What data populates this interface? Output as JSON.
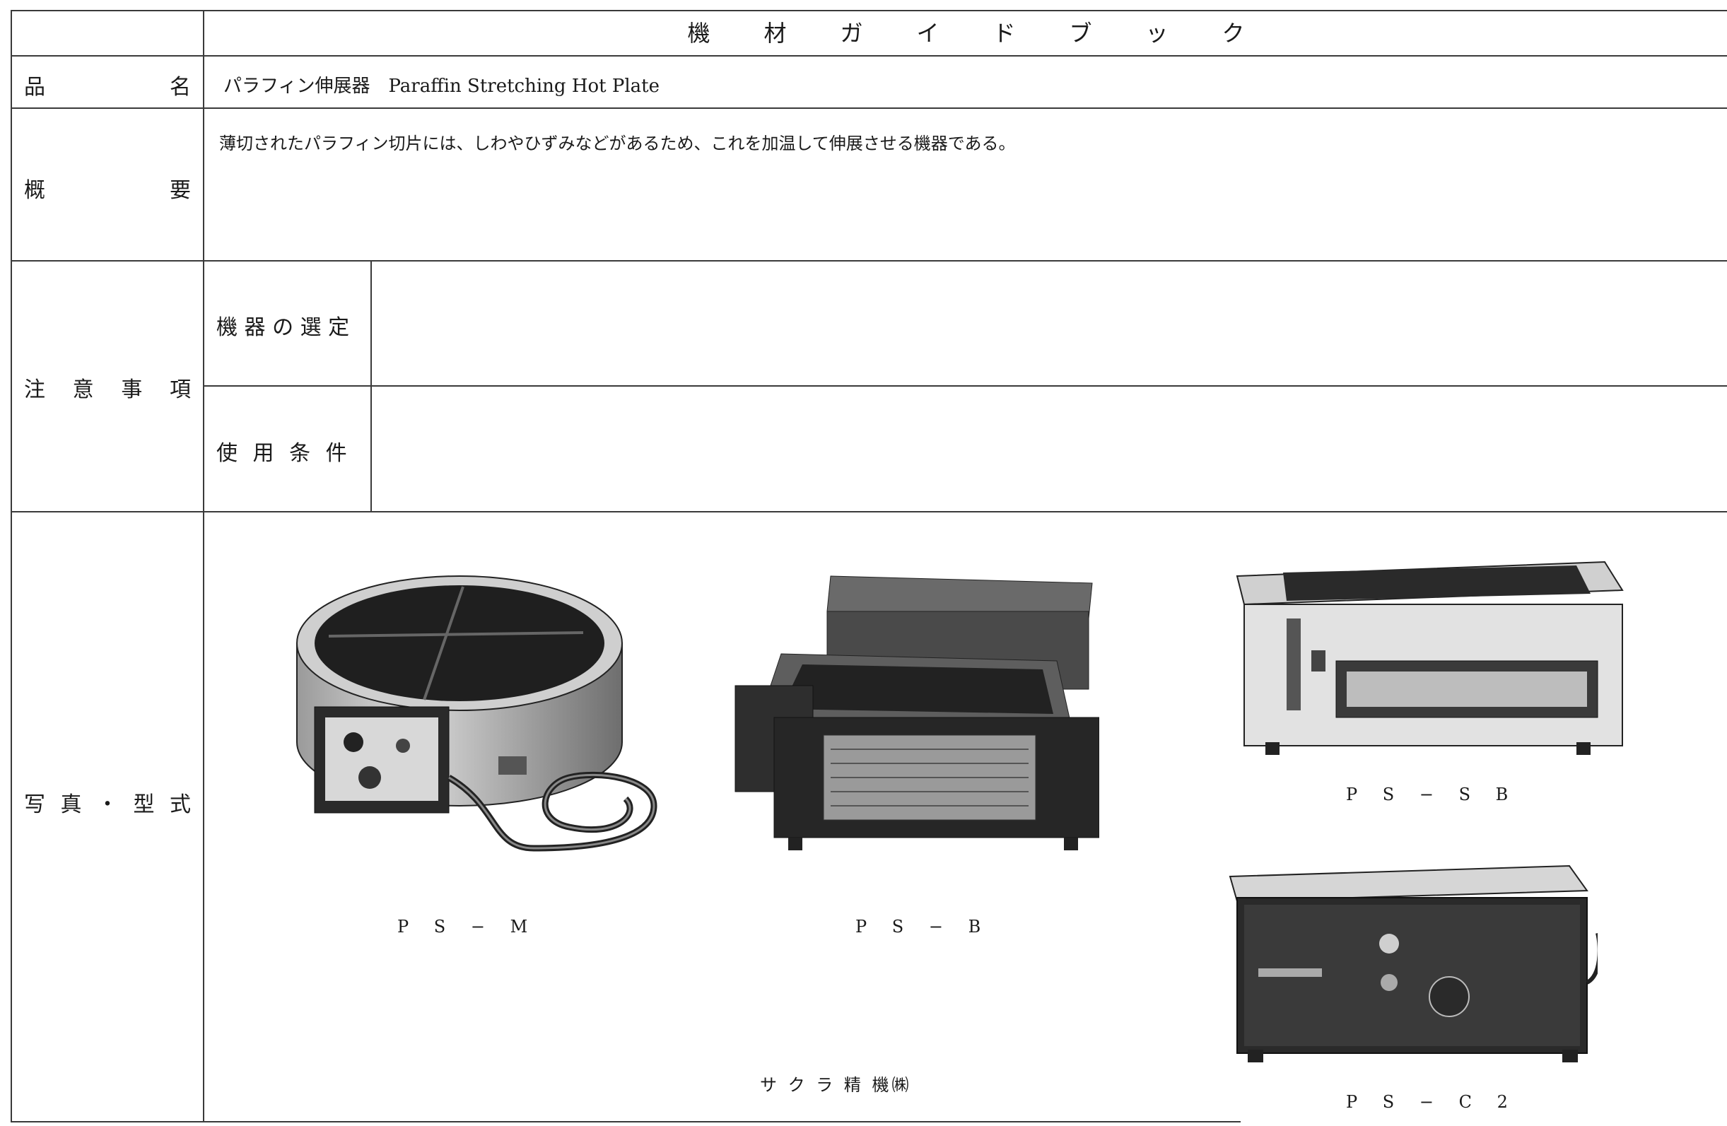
{
  "header": {
    "title_chars": [
      "機",
      "材",
      "ガ",
      "イ",
      "ド",
      "ブ",
      "ッ",
      "ク"
    ]
  },
  "rows": {
    "product_name": {
      "label_chars": [
        "品",
        "名"
      ],
      "value": "パラフィン伸展器　Paraffin Stretching  Hot Plate"
    },
    "overview": {
      "label_chars": [
        "概",
        "要"
      ],
      "value": "薄切されたパラフィン切片には、しわやひずみなどがあるため、これを加温して伸展させる機器である。"
    },
    "notes": {
      "label_chars": [
        "注",
        "意",
        "事",
        "項"
      ],
      "sub": [
        {
          "label": "機 器 の 選 定",
          "value": ""
        },
        {
          "label": "使 用 条 件",
          "value": ""
        }
      ]
    },
    "photos": {
      "label_chars": [
        "写",
        "真",
        "・",
        "型",
        "式"
      ],
      "models": [
        "P S − M",
        "P S − B",
        "P S − S B",
        "P S − C 2"
      ],
      "maker": "サ ク ラ 精 機㈱"
    }
  }
}
